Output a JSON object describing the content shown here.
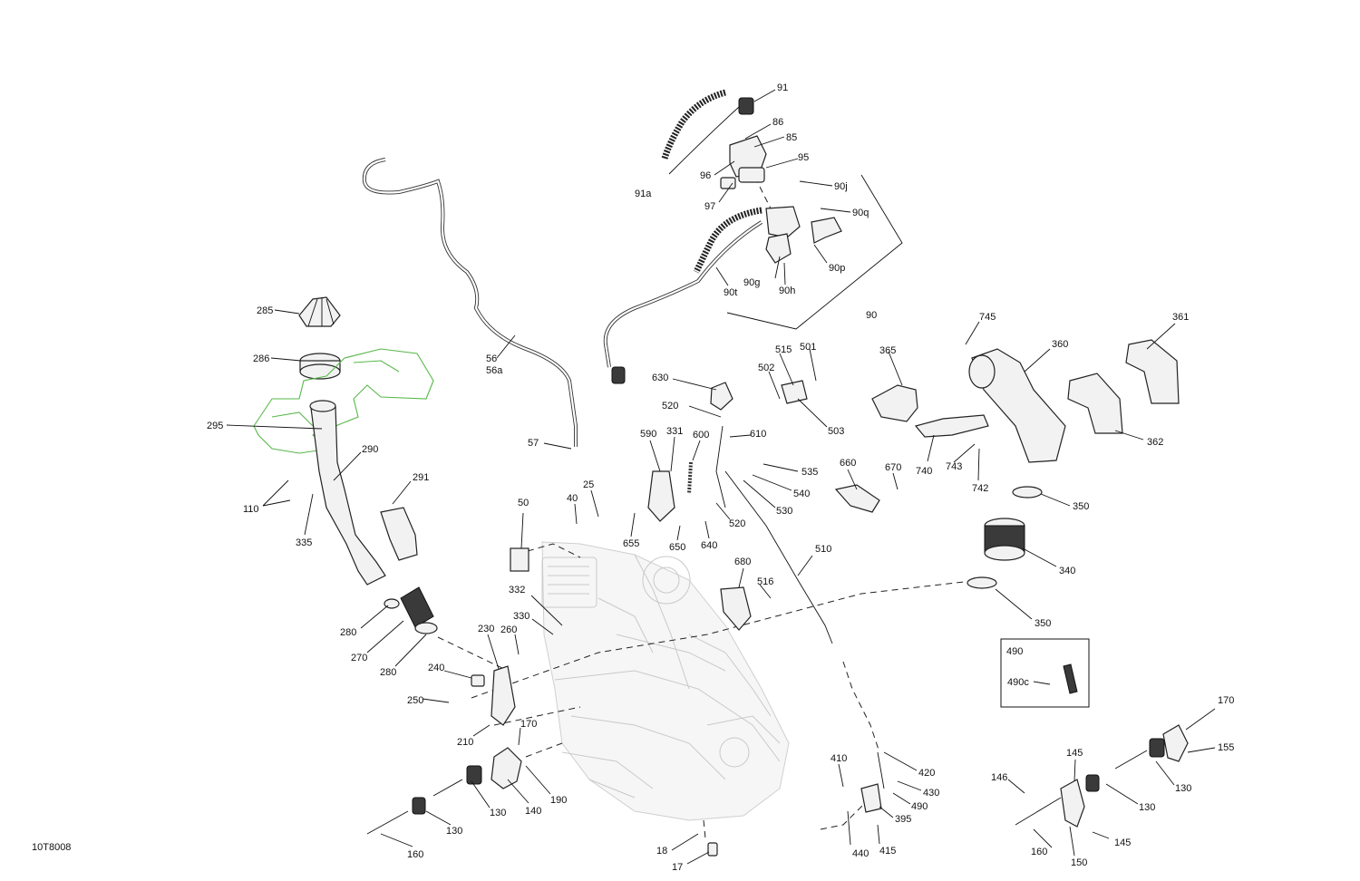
{
  "diagram_code": "10T8008",
  "colors": {
    "ink": "#111111",
    "highlight": "#58b84a",
    "ghost": "#c9c9c9"
  },
  "callouts": [
    {
      "id": "91",
      "text": "91"
    },
    {
      "id": "91a",
      "text": "91a"
    },
    {
      "id": "86",
      "text": "86"
    },
    {
      "id": "85",
      "text": "85"
    },
    {
      "id": "95",
      "text": "95"
    },
    {
      "id": "96",
      "text": "96"
    },
    {
      "id": "97",
      "text": "97"
    },
    {
      "id": "90j",
      "text": "90j"
    },
    {
      "id": "90q",
      "text": "90q"
    },
    {
      "id": "90p",
      "text": "90p"
    },
    {
      "id": "90g",
      "text": "90g"
    },
    {
      "id": "90h",
      "text": "90h"
    },
    {
      "id": "90t",
      "text": "90t"
    },
    {
      "id": "90",
      "text": "90"
    },
    {
      "id": "285",
      "text": "285"
    },
    {
      "id": "286",
      "text": "286"
    },
    {
      "id": "295",
      "text": "295"
    },
    {
      "id": "290",
      "text": "290"
    },
    {
      "id": "291",
      "text": "291"
    },
    {
      "id": "110",
      "text": "110"
    },
    {
      "id": "335",
      "text": "335"
    },
    {
      "id": "56",
      "text": "56"
    },
    {
      "id": "56a",
      "text": "56a"
    },
    {
      "id": "57",
      "text": "57"
    },
    {
      "id": "630",
      "text": "630"
    },
    {
      "id": "520a",
      "text": "520"
    },
    {
      "id": "590",
      "text": "590"
    },
    {
      "id": "331",
      "text": "331"
    },
    {
      "id": "600",
      "text": "600"
    },
    {
      "id": "610",
      "text": "610"
    },
    {
      "id": "25",
      "text": "25"
    },
    {
      "id": "40",
      "text": "40"
    },
    {
      "id": "50",
      "text": "50"
    },
    {
      "id": "655",
      "text": "655"
    },
    {
      "id": "650",
      "text": "650"
    },
    {
      "id": "640",
      "text": "640"
    },
    {
      "id": "520b",
      "text": "520"
    },
    {
      "id": "535",
      "text": "535"
    },
    {
      "id": "540",
      "text": "540"
    },
    {
      "id": "530",
      "text": "530"
    },
    {
      "id": "515",
      "text": "515"
    },
    {
      "id": "501",
      "text": "501"
    },
    {
      "id": "502",
      "text": "502"
    },
    {
      "id": "503",
      "text": "503"
    },
    {
      "id": "660",
      "text": "660"
    },
    {
      "id": "670",
      "text": "670"
    },
    {
      "id": "510",
      "text": "510"
    },
    {
      "id": "680",
      "text": "680"
    },
    {
      "id": "516",
      "text": "516"
    },
    {
      "id": "332",
      "text": "332"
    },
    {
      "id": "330",
      "text": "330"
    },
    {
      "id": "280a",
      "text": "280"
    },
    {
      "id": "270",
      "text": "270"
    },
    {
      "id": "280b",
      "text": "280"
    },
    {
      "id": "230",
      "text": "230"
    },
    {
      "id": "260",
      "text": "260"
    },
    {
      "id": "240",
      "text": "240"
    },
    {
      "id": "250",
      "text": "250"
    },
    {
      "id": "210",
      "text": "210"
    },
    {
      "id": "170a",
      "text": "170"
    },
    {
      "id": "190",
      "text": "190"
    },
    {
      "id": "140",
      "text": "140"
    },
    {
      "id": "130a",
      "text": "130"
    },
    {
      "id": "130b",
      "text": "130"
    },
    {
      "id": "160a",
      "text": "160"
    },
    {
      "id": "18",
      "text": "18"
    },
    {
      "id": "17",
      "text": "17"
    },
    {
      "id": "410",
      "text": "410"
    },
    {
      "id": "420",
      "text": "420"
    },
    {
      "id": "430",
      "text": "430"
    },
    {
      "id": "490a",
      "text": "490"
    },
    {
      "id": "395",
      "text": "395"
    },
    {
      "id": "440",
      "text": "440"
    },
    {
      "id": "415",
      "text": "415"
    },
    {
      "id": "365",
      "text": "365"
    },
    {
      "id": "745",
      "text": "745"
    },
    {
      "id": "360",
      "text": "360"
    },
    {
      "id": "361",
      "text": "361"
    },
    {
      "id": "362",
      "text": "362"
    },
    {
      "id": "740",
      "text": "740"
    },
    {
      "id": "743",
      "text": "743"
    },
    {
      "id": "742",
      "text": "742"
    },
    {
      "id": "350a",
      "text": "350"
    },
    {
      "id": "340",
      "text": "340"
    },
    {
      "id": "350b",
      "text": "350"
    },
    {
      "id": "490b",
      "text": "490"
    },
    {
      "id": "490c",
      "text": "490c"
    },
    {
      "id": "170b",
      "text": "170"
    },
    {
      "id": "155",
      "text": "155"
    },
    {
      "id": "145a",
      "text": "145"
    },
    {
      "id": "146",
      "text": "146"
    },
    {
      "id": "130c",
      "text": "130"
    },
    {
      "id": "130d",
      "text": "130"
    },
    {
      "id": "160b",
      "text": "160"
    },
    {
      "id": "150",
      "text": "150"
    },
    {
      "id": "145b",
      "text": "145"
    }
  ]
}
